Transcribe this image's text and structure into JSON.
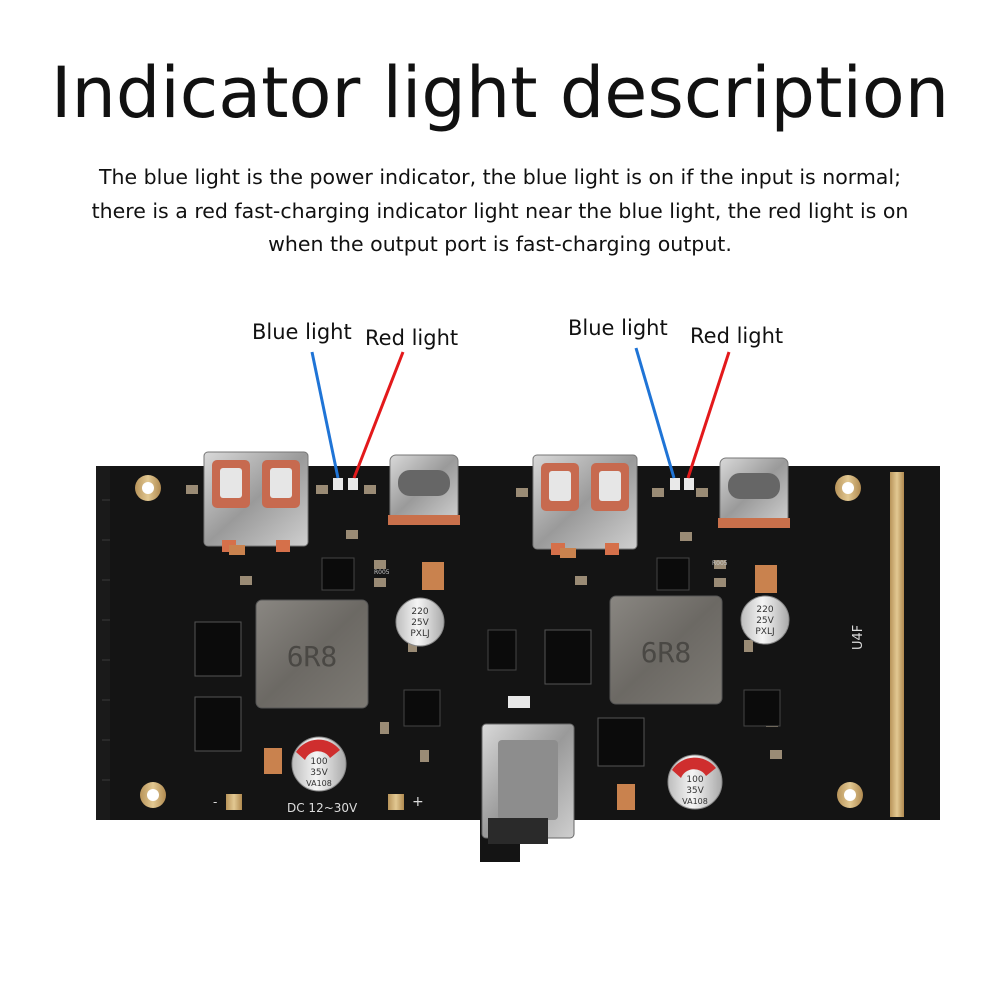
{
  "header": {
    "title": "Indicator light description",
    "description_lines": [
      "The blue light is the power indicator, the blue light is on if the input is normal;",
      "there is a red fast-charging indicator light near the blue light, the red light is on",
      "when the output port is fast-charging output."
    ]
  },
  "callouts": {
    "left": {
      "blue": "Blue light",
      "red": "Red light"
    },
    "right": {
      "blue": "Blue light",
      "red": "Red light"
    }
  },
  "board": {
    "inductor_marking_left": "6R8",
    "inductor_marking_right": "6R8",
    "cap_top_left": [
      "220",
      "25V",
      "PXLJ"
    ],
    "cap_top_right": [
      "220",
      "25V",
      "PXLJ"
    ],
    "cap_bottom_left": [
      "100",
      "35V",
      "VA108"
    ],
    "cap_bottom_right": [
      "100",
      "35V",
      "VA108"
    ],
    "input_label": "DC 12~30V",
    "minus_label": "-",
    "plus_label": "+",
    "board_id": "U4F",
    "resistor_marking": "R005"
  },
  "colors": {
    "blue_line": "#1f74d6",
    "red_line": "#e3191b",
    "pcb": "#141414",
    "gold": "#c9a86a"
  }
}
